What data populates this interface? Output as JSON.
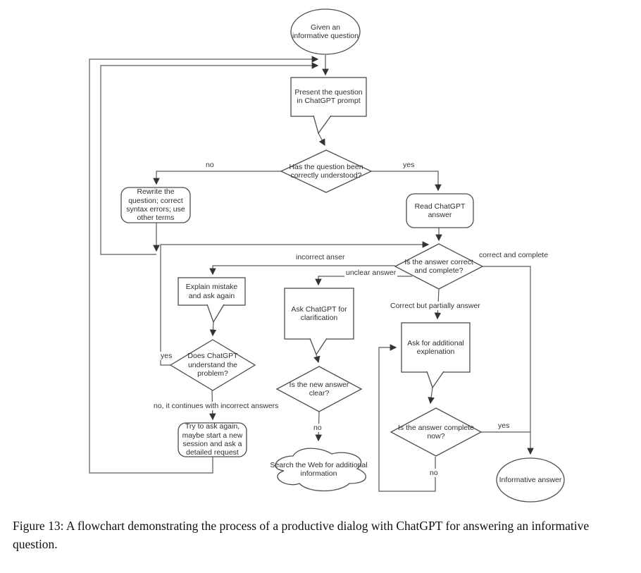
{
  "figure": {
    "caption": "Figure 13: A flowchart demonstrating the process of a productive dialog with ChatGPT for answering an informative question."
  },
  "nodes": {
    "start": "Given an informative question",
    "present": "Present the question in ChatGPT prompt",
    "understood": "Has the question been correctly understood?",
    "rewrite": "Rewrite the question; correct syntax errors; use other terms",
    "read": "Read ChatGPT answer",
    "correct": "Is the answer correct and complete?",
    "explain": "Explain mistake and ask again",
    "clarify": "Ask ChatGPT for clarification",
    "explanation": "Ask for additional explenation",
    "understands": "Does ChatGPT understand the problem?",
    "clear": "Is the new answer clear?",
    "complete": "Is the answer complete now?",
    "tryagain": "Try to ask again, maybe start a new session and ask a detailed request",
    "search": "Search the Web for additional information",
    "answer": "Informative answer"
  },
  "labels": {
    "no_understood": "no",
    "yes_understood": "yes",
    "incorrect": "incorrect anser",
    "unclear": "unclear answer",
    "correct_complete": "correct and complete",
    "partial": "Correct but partially answer",
    "yes_understands": "yes",
    "no_continues": "no, it continues with incorrect answers",
    "no_clear": "no",
    "yes_complete": "yes",
    "no_complete": "no"
  }
}
